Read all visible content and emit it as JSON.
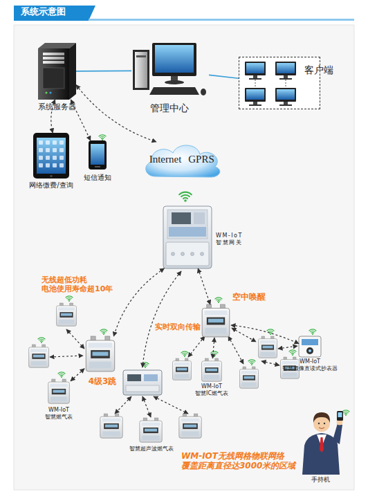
{
  "diagram": {
    "title": "系统示意图",
    "nodes": [
      {
        "text": [
          "系统服务器"
        ]
      },
      {
        "text": [
          "管理中心"
        ]
      },
      {
        "text": [
          "客户端"
        ]
      },
      {
        "text": [
          "网络缴费/查询"
        ]
      },
      {
        "text": [
          "短信通知"
        ]
      },
      {
        "text": [
          "Internet",
          "GPRS"
        ]
      },
      {
        "text": [
          "WM-IoT 智慧网关"
        ]
      },
      {
        "text": [
          "空中唤醒"
        ]
      },
      {
        "text": [
          "WM-IoT 智慧摄像直读式抄表器"
        ]
      },
      {
        "text": [
          "4级3跳"
        ]
      },
      {
        "text": [
          "WM-IoT 智慧IC燃气表"
        ]
      },
      {
        "text": [
          "WM-IoT 智慧燃气表"
        ]
      },
      {
        "text": [
          "智慧超声波燃气表"
        ]
      },
      {
        "text": [
          "手持机"
        ]
      }
    ],
    "edges": [
      {
        "from": 0,
        "to": 1,
        "arrow": "none"
      },
      {
        "from": 1,
        "to": 2,
        "arrow": "none"
      },
      {
        "from": 0,
        "to": 3,
        "arrow": "both"
      },
      {
        "from": 0,
        "to": 4,
        "arrow": "both"
      },
      {
        "from": 0,
        "to": 5,
        "arrow": "both"
      },
      {
        "from": 6,
        "to": 9,
        "arrow": "both"
      },
      {
        "from": 6,
        "to": 7,
        "arrow": "both"
      },
      {
        "from": 9,
        "to": 11,
        "arrow": "both"
      },
      {
        "from": 7,
        "to": 10,
        "arrow": "both"
      },
      {
        "from": 7,
        "to": 8,
        "arrow": "both"
      }
    ],
    "labels": [
      "无线超低功耗 电池使用寿命超10年",
      "实时双向传输",
      "WM-IOT无线网格物联网络 覆盖距离直径达3000米的区域"
    ]
  }
}
